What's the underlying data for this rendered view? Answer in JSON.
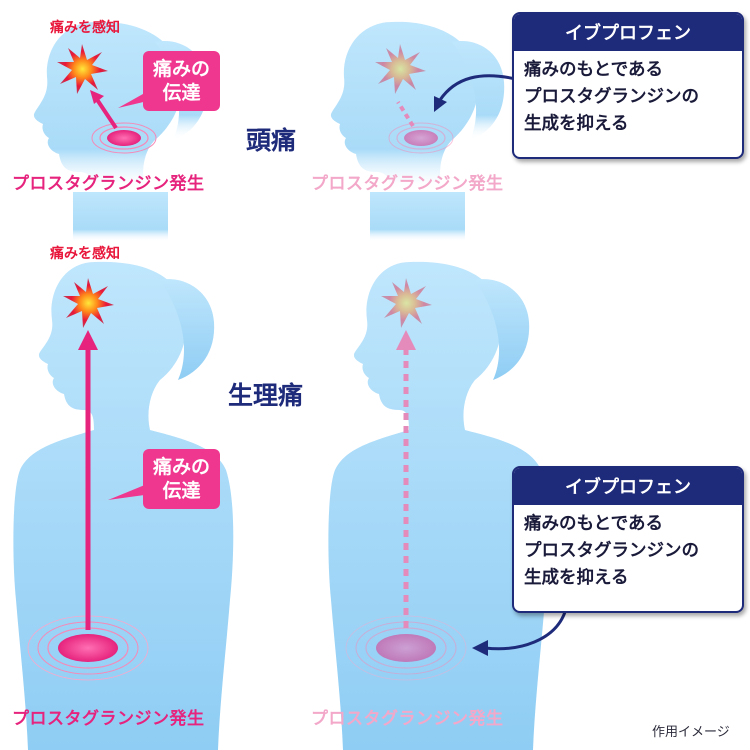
{
  "headache_label": "頭痛",
  "period_label": "生理痛",
  "pain_sensed": "痛みを感知",
  "pain_transmission": [
    "痛みの",
    "伝達"
  ],
  "prostaglandin_generation": "プロスタグランジン発生",
  "ibuprofen_box": {
    "title": "イブプロフェン",
    "lines": [
      "痛みのもとである",
      "プロスタグランジンの",
      "生成を抑える"
    ]
  },
  "footnote": "作用イメージ",
  "colors": {
    "silhouette": "#a9dbf8",
    "pain_arrow": "#e6237d",
    "navy": "#1e2a7a",
    "burst_red": "#e8163a",
    "burst_yellow": "#ffd21f"
  }
}
